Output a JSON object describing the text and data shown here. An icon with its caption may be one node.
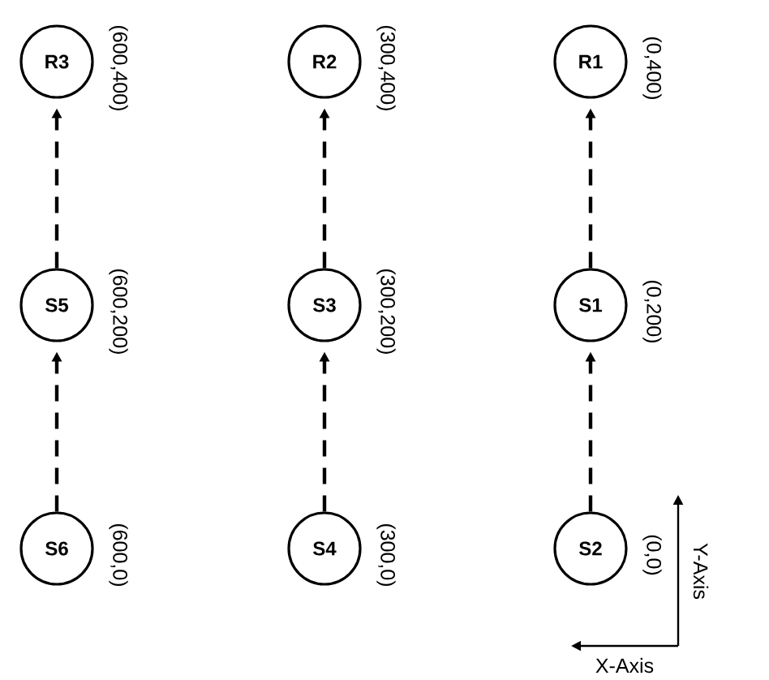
{
  "diagram": {
    "nodes": [
      {
        "text": [
          "R3"
        ],
        "beside": [
          "(600,400)"
        ]
      },
      {
        "text": [
          "R2"
        ],
        "beside": [
          "(300,400)"
        ]
      },
      {
        "text": [
          "R1"
        ],
        "beside": [
          "(0,400)"
        ]
      },
      {
        "text": [
          "S5"
        ],
        "beside": [
          "(600,200)"
        ]
      },
      {
        "text": [
          "S3"
        ],
        "beside": [
          "(300,200)"
        ]
      },
      {
        "text": [
          "S1"
        ],
        "beside": [
          "(0,200)"
        ]
      },
      {
        "text": [
          "S6"
        ],
        "beside": [
          "(600,0)"
        ]
      },
      {
        "text": [
          "S4"
        ],
        "beside": [
          "(300,0)"
        ]
      },
      {
        "text": [
          "S2"
        ],
        "beside": [
          "(0,0)"
        ]
      }
    ],
    "edges": [
      {
        "from": 6,
        "to": 3,
        "arrow": "to",
        "style": "dashed"
      },
      {
        "from": 3,
        "to": 0,
        "arrow": "to",
        "style": "dashed"
      },
      {
        "from": 7,
        "to": 4,
        "arrow": "to",
        "style": "dashed"
      },
      {
        "from": 4,
        "to": 1,
        "arrow": "to",
        "style": "dashed"
      },
      {
        "from": 8,
        "to": 5,
        "arrow": "to",
        "style": "dashed"
      },
      {
        "from": 5,
        "to": 2,
        "arrow": "to",
        "style": "dashed"
      }
    ],
    "labels": [
      "Y-Axis",
      "X-Axis"
    ]
  }
}
